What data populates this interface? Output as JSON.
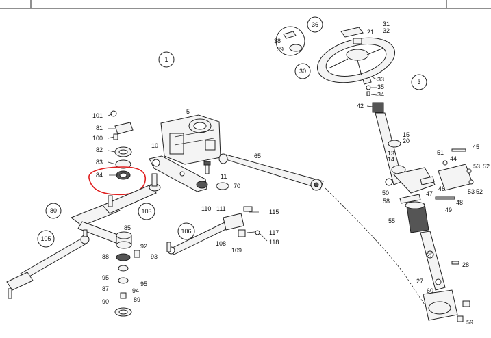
{
  "diagram": {
    "callouts": [
      "1",
      "3",
      "30",
      "36",
      "80",
      "103",
      "105",
      "106"
    ],
    "labels": [
      "5",
      "10",
      "11",
      "13",
      "14",
      "15",
      "20",
      "21",
      "25",
      "27",
      "28",
      "31",
      "32",
      "33",
      "34",
      "35",
      "38",
      "39",
      "42",
      "44",
      "45",
      "47",
      "48",
      "48",
      "49",
      "50",
      "51",
      "52",
      "52",
      "53",
      "53",
      "55",
      "58",
      "59",
      "60",
      "65",
      "70",
      "81",
      "82",
      "83",
      "84",
      "85",
      "87",
      "88",
      "89",
      "90",
      "92",
      "93",
      "94",
      "95",
      "95",
      "100",
      "101",
      "108",
      "109",
      "110",
      "111",
      "115",
      "117",
      "118"
    ],
    "highlight": {
      "label": "84",
      "color": "#e02020"
    }
  }
}
